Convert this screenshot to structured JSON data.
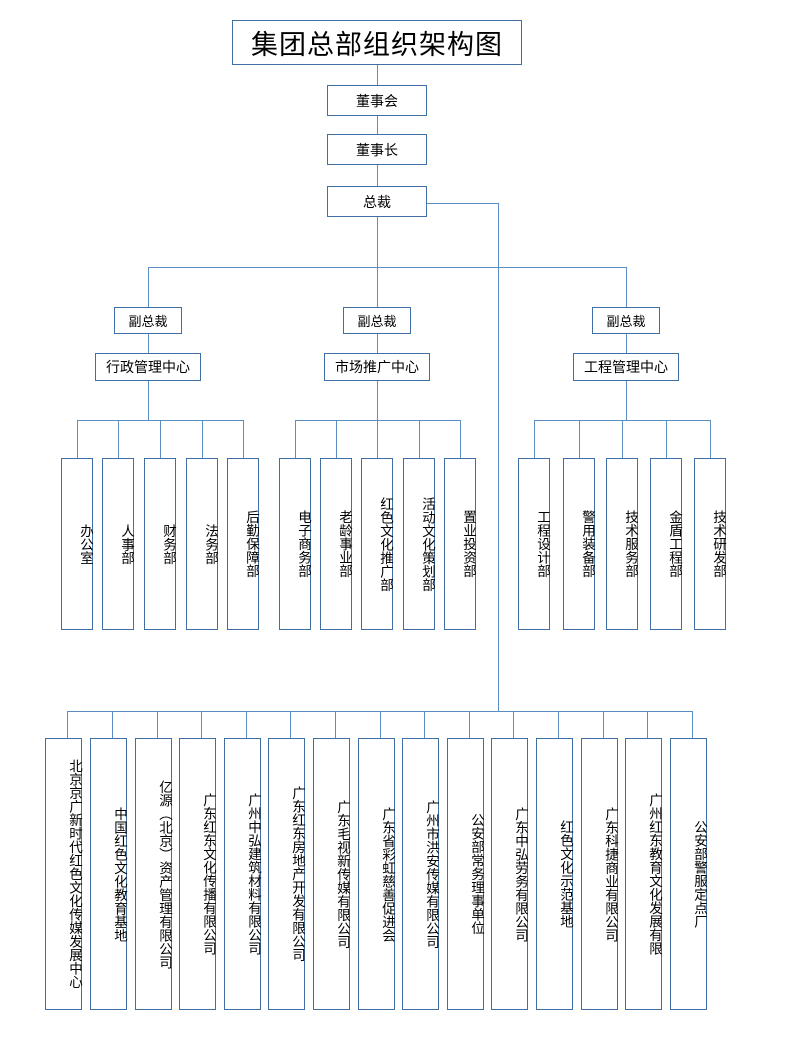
{
  "document": {
    "title": "集团总部组织架构图",
    "type": "organization-chart",
    "accent_color": "#3f6fa5",
    "connector_color": "#5b8fc4",
    "background": "#ffffff"
  },
  "hierarchy": {
    "board": "董事会",
    "chairman": "董事长",
    "president": "总裁",
    "vice_president_label": "副总裁",
    "centers": [
      {
        "vp": "副总裁",
        "name": "行政管理中心"
      },
      {
        "vp": "副总裁",
        "name": "市场推广中心"
      },
      {
        "vp": "副总裁",
        "name": "工程管理中心"
      }
    ]
  },
  "departments": {
    "administrative": [
      "办公室",
      "人事部",
      "财务部",
      "法务部",
      "后勤保障部"
    ],
    "marketing": [
      "电子商务部",
      "老龄事业部",
      "红色文化推广部",
      "活动文化策划部",
      "置业投资部"
    ],
    "engineering": [
      "工程设计部",
      "警用装备部",
      "技术服务部",
      "金盾工程部",
      "技术研发部"
    ]
  },
  "subsidiaries": [
    "北京京广新时代红色文化传媒发展中心",
    "中国红色文化教育基地",
    "亿源（北京）资产管理有限公司",
    "广东红东文化传播有限公司",
    "广州中弘建筑材料有限公司",
    "广东红东房地产开发有限公司",
    "广东毛视新传媒有限公司",
    "广东省彩虹慈善促进会",
    "广州市洪安传媒有限公司",
    "公安部常务理事单位",
    "广东中弘劳务有限公司",
    "红色文化示范基地",
    "广东科捷商业有限公司",
    "广州红东教育文化发展有限",
    "公安部警服定点厂"
  ]
}
